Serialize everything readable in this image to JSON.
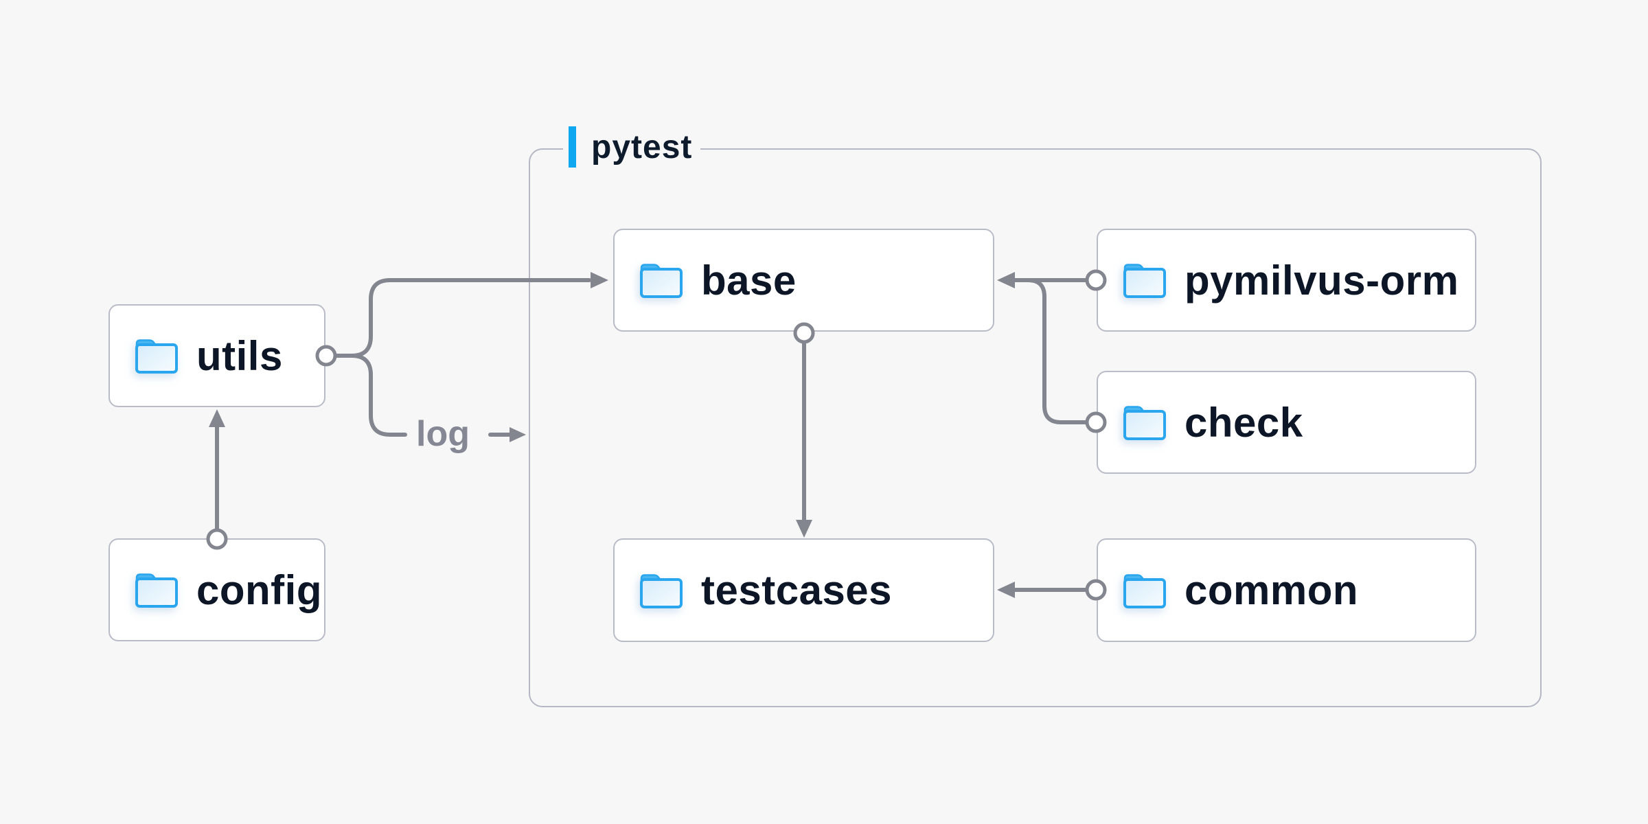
{
  "group": {
    "label": "pytest"
  },
  "nodes": {
    "utils": {
      "label": "utils",
      "icon": "folder-icon"
    },
    "config": {
      "label": "config",
      "icon": "folder-icon"
    },
    "base": {
      "label": "base",
      "icon": "folder-icon"
    },
    "pymilvus_orm": {
      "label": "pymilvus-orm",
      "icon": "folder-icon"
    },
    "check": {
      "label": "check",
      "icon": "folder-icon"
    },
    "testcases": {
      "label": "testcases",
      "icon": "folder-icon"
    },
    "common": {
      "label": "common",
      "icon": "folder-icon"
    }
  },
  "edges": {
    "log_label": "log",
    "list": [
      {
        "from": "config",
        "to": "utils",
        "style": "arrow"
      },
      {
        "from": "utils",
        "to": "base",
        "style": "arrow"
      },
      {
        "from": "utils",
        "to": "pytest",
        "style": "labeled-arrow",
        "label": "log"
      },
      {
        "from": "pymilvus-orm",
        "to": "base",
        "style": "arrow"
      },
      {
        "from": "check",
        "to": "base",
        "style": "arrow"
      },
      {
        "from": "base",
        "to": "testcases",
        "style": "arrow"
      },
      {
        "from": "common",
        "to": "testcases",
        "style": "arrow"
      }
    ]
  },
  "colors": {
    "background": "#f7f7f8",
    "node_fill": "#ffffff",
    "node_border": "#b9bcc7",
    "group_border": "#b5b8c4",
    "connector_gray": "#83868f",
    "accent_blue": "#0ea7f0",
    "folder_blue": "#2aa6ee",
    "text_dark": "#0c1626",
    "text_gray": "#858894"
  }
}
